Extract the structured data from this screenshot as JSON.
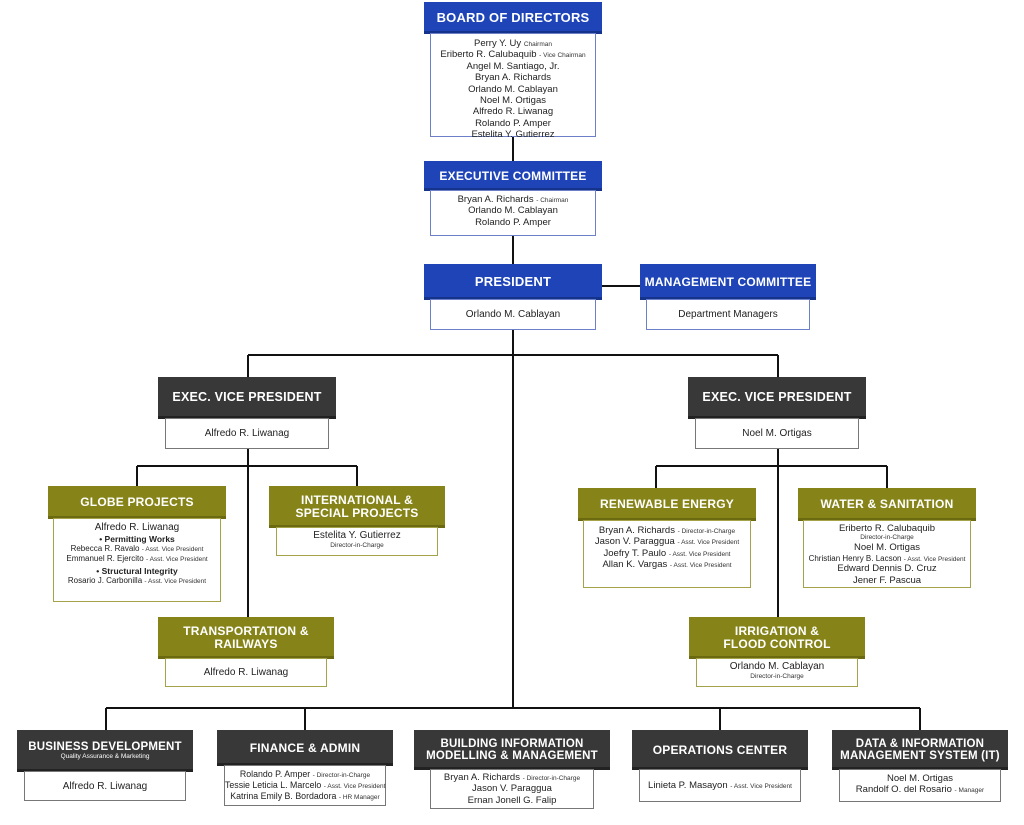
{
  "board": {
    "title": "BOARD OF DIRECTORS",
    "members": [
      {
        "name": "Perry Y. Uy",
        "role": "Chairman"
      },
      {
        "name": "Eriberto R. Calubaquib",
        "role": "Vice Chairman"
      },
      {
        "name": "Angel M. Santiago, Jr.",
        "role": ""
      },
      {
        "name": "Bryan A. Richards",
        "role": ""
      },
      {
        "name": "Orlando M. Cablayan",
        "role": ""
      },
      {
        "name": "Noel M. Ortigas",
        "role": ""
      },
      {
        "name": "Alfredo R. Liwanag",
        "role": ""
      },
      {
        "name": "Rolando P. Amper",
        "role": ""
      },
      {
        "name": "Estelita Y. Gutierrez",
        "role": ""
      }
    ]
  },
  "exec_committee": {
    "title": "EXECUTIVE COMMITTEE",
    "members": [
      {
        "name": "Bryan A. Richards",
        "role": "Chairman"
      },
      {
        "name": "Orlando M. Cablayan",
        "role": ""
      },
      {
        "name": "Rolando P. Amper",
        "role": ""
      }
    ]
  },
  "president": {
    "title": "PRESIDENT",
    "name": "Orlando M. Cablayan"
  },
  "management_committee": {
    "title": "MANAGEMENT COMMITTEE",
    "members": "Department Managers"
  },
  "evp_left": {
    "title": "EXEC. VICE PRESIDENT",
    "name": "Alfredo R. Liwanag"
  },
  "evp_right": {
    "title": "EXEC. VICE PRESIDENT",
    "name": "Noel M. Ortigas"
  },
  "globe_projects": {
    "title": "GLOBE PROJECTS",
    "head": "Alfredo R. Liwanag",
    "group1": "• Permitting Works",
    "g1_members": [
      {
        "name": "Rebecca R. Ravalo",
        "role": "Asst. Vice President"
      },
      {
        "name": "Emmanuel R. Ejercito",
        "role": "Asst. Vice President"
      }
    ],
    "group2": "• Structural Integrity",
    "g2_members": [
      {
        "name": "Rosario J. Carbonilla",
        "role": "Asst. Vice President"
      }
    ]
  },
  "international": {
    "title_line1": "INTERNATIONAL &",
    "title_line2": "SPECIAL PROJECTS",
    "name": "Estelita Y. Gutierrez",
    "role": "Director-in-Charge"
  },
  "transportation": {
    "title_line1": "TRANSPORTATION &",
    "title_line2": "RAILWAYS",
    "name": "Alfredo R. Liwanag"
  },
  "renewable": {
    "title": "RENEWABLE ENERGY",
    "members": [
      {
        "name": "Bryan A. Richards",
        "role": "Director-in-Charge"
      },
      {
        "name": "Jason V. Paraggua",
        "role": "Asst. Vice President"
      },
      {
        "name": "Joefry T. Paulo",
        "role": "Asst. Vice President"
      },
      {
        "name": "Allan K. Vargas",
        "role": "Asst. Vice President"
      }
    ]
  },
  "water": {
    "title": "WATER & SANITATION",
    "head": "Eriberto R. Calubaquib",
    "head_role": "Director-in-Charge",
    "members": [
      {
        "name": "Noel M. Ortigas",
        "role": ""
      },
      {
        "name": "Christian Henry B. Lacson",
        "role": "Asst. Vice President"
      },
      {
        "name": "Edward Dennis D. Cruz",
        "role": ""
      },
      {
        "name": "Jener F. Pascua",
        "role": ""
      }
    ]
  },
  "irrigation": {
    "title_line1": "IRRIGATION &",
    "title_line2": "FLOOD CONTROL",
    "name": "Orlando M. Cablayan",
    "role": "Director-in-Charge"
  },
  "business_dev": {
    "title": "BUSINESS DEVELOPMENT",
    "subtitle": "Quality Assurance & Marketing",
    "name": "Alfredo R. Liwanag"
  },
  "finance": {
    "title": "FINANCE & ADMIN",
    "members": [
      {
        "name": "Rolando P. Amper",
        "role": "Director-in-Charge"
      },
      {
        "name": "Tessie Leticia L. Marcelo",
        "role": "Asst. Vice President"
      },
      {
        "name": "Katrina Emily B. Bordadora",
        "role": "HR Manager"
      }
    ]
  },
  "bim": {
    "title_line1": "BUILDING INFORMATION",
    "title_line2": "MODELLING & MANAGEMENT",
    "members": [
      {
        "name": "Bryan A. Richards",
        "role": "Director-in-Charge"
      },
      {
        "name": "Jason V. Paraggua",
        "role": ""
      },
      {
        "name": "Ernan Jonell G. Falip",
        "role": ""
      }
    ]
  },
  "operations": {
    "title": "OPERATIONS CENTER",
    "name": "Linieta P. Masayon",
    "role": "Asst. Vice President"
  },
  "data_it": {
    "title_line1": "DATA & INFORMATION",
    "title_line2": "MANAGEMENT SYSTEM (IT)",
    "members": [
      {
        "name": "Noel M. Ortigas",
        "role": ""
      },
      {
        "name": "Randolf O. del Rosario",
        "role": "Manager"
      }
    ]
  },
  "colors": {
    "blue": "#1e44b8",
    "gray": "#383838",
    "olive": "#868418",
    "line": "#111111"
  }
}
